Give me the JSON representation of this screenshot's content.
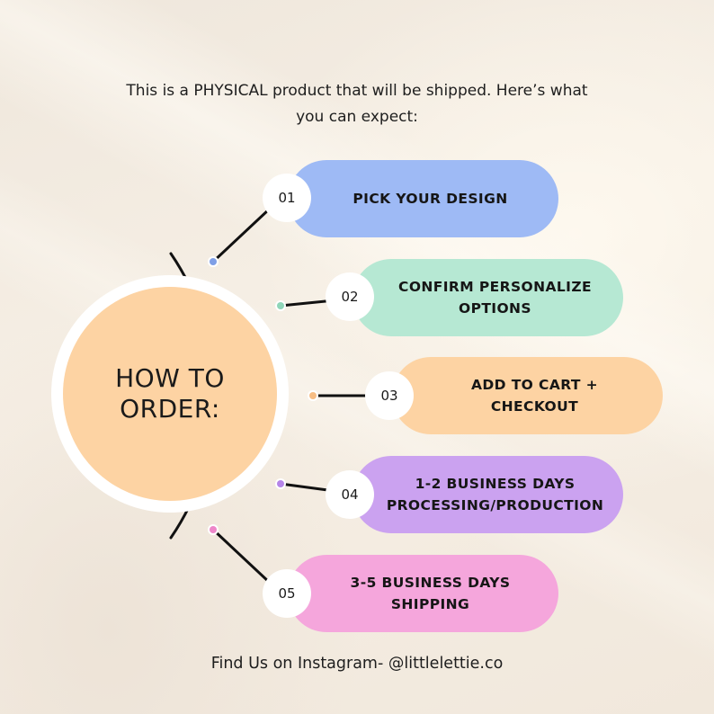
{
  "header": {
    "line1": "This is a PHYSICAL product that will be shipped. Here’s what",
    "line2": "you can expect:"
  },
  "center": {
    "line1": "HOW TO",
    "line2": "ORDER:",
    "color": "#fdd3a3"
  },
  "steps": [
    {
      "number": "01",
      "line1": "PICK YOUR DESIGN",
      "line2": "",
      "color": "#9ebaf5",
      "dot_color": "#7f9fe6"
    },
    {
      "number": "02",
      "line1": "CONFIRM PERSONALIZE",
      "line2": "OPTIONS",
      "color": "#b6e8d3",
      "dot_color": "#8fd6b9"
    },
    {
      "number": "03",
      "line1": "ADD TO CART +",
      "line2": "CHECKOUT",
      "color": "#fdd3a3",
      "dot_color": "#f7bd84"
    },
    {
      "number": "04",
      "line1": "1-2 BUSINESS DAYS",
      "line2": "PROCESSING/PRODUCTION",
      "color": "#cba2f0",
      "dot_color": "#b585e8"
    },
    {
      "number": "05",
      "line1": "3-5 BUSINESS DAYS",
      "line2": "SHIPPING",
      "color": "#f5a6dc",
      "dot_color": "#ee86c9"
    }
  ],
  "footer": {
    "text": "Find Us on Instagram- @littlelettie.co"
  },
  "line_color": "#111111"
}
